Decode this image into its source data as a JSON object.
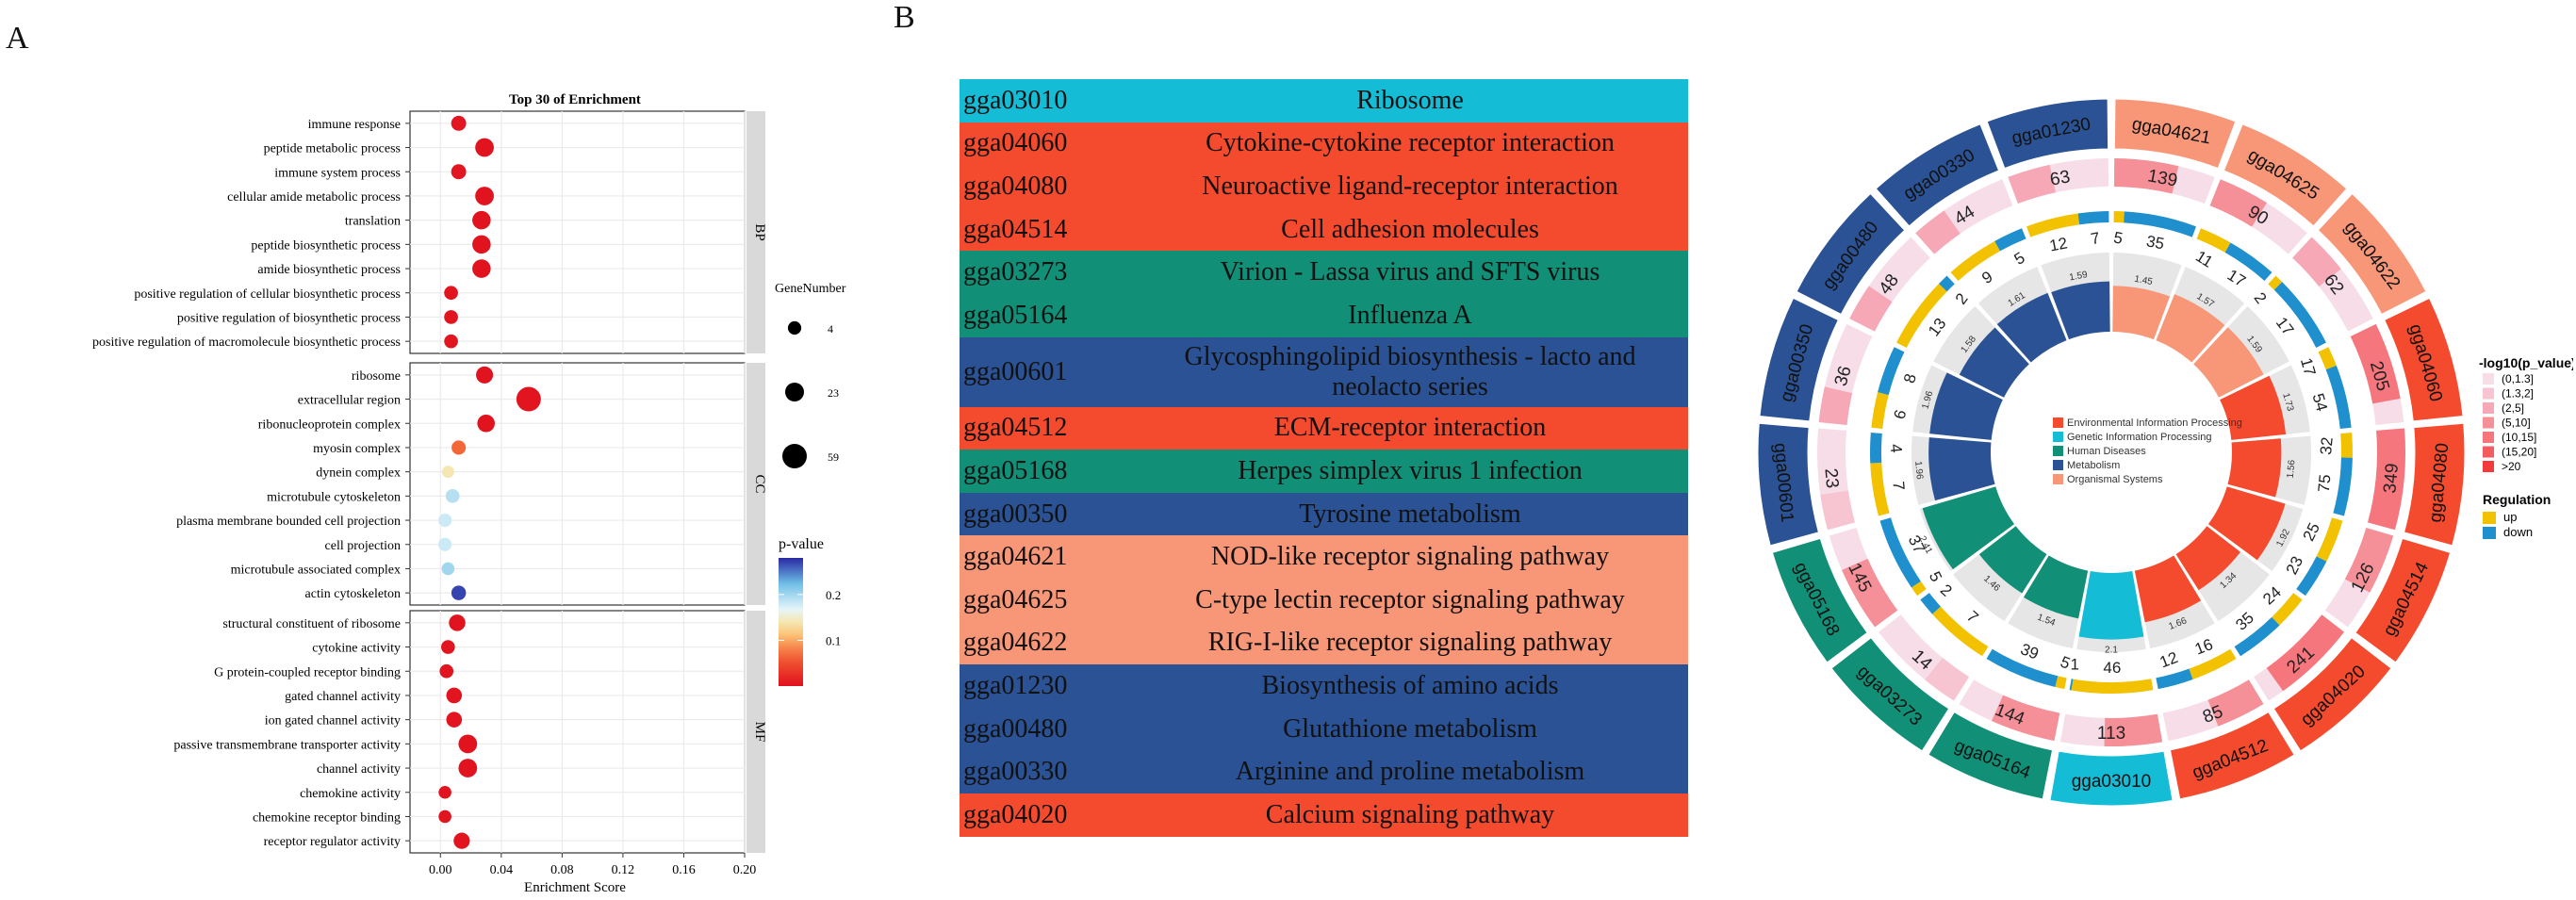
{
  "panels": {
    "a_label": "A",
    "b_label": "B"
  },
  "colors": {
    "grey_strip": "#d9d9d9",
    "panel_grid": "#ebebeb",
    "cat_environmental": "#f44a2e",
    "cat_genetic": "#14bcd6",
    "cat_human": "#118f77",
    "cat_metabolism": "#2a5294",
    "cat_organismal": "#f89678",
    "up": "#f2c200",
    "down": "#1f8fce",
    "pval_high": "#2929a3",
    "pval_low": "#e0101e"
  },
  "chart_data": [
    {
      "type": "scatter",
      "title": "Top 30 of  Enrichment",
      "xlabel": "Enrichment Score",
      "ylabel": "",
      "xlim": [
        -0.02,
        0.2
      ],
      "xticks": [
        "0.00",
        "0.04",
        "0.08",
        "0.12",
        "0.16",
        "0.20"
      ],
      "grid": true,
      "facets": [
        {
          "name": "BP",
          "terms": [
            {
              "term": "immune response",
              "x": 0.012,
              "genes": 8,
              "p": 0.005
            },
            {
              "term": "peptide metabolic process",
              "x": 0.029,
              "genes": 22,
              "p": 0.002
            },
            {
              "term": "immune system process",
              "x": 0.012,
              "genes": 8,
              "p": 0.005
            },
            {
              "term": "cellular amide metabolic process",
              "x": 0.029,
              "genes": 22,
              "p": 0.002
            },
            {
              "term": "translation",
              "x": 0.027,
              "genes": 21,
              "p": 0.002
            },
            {
              "term": "peptide biosynthetic process",
              "x": 0.027,
              "genes": 21,
              "p": 0.002
            },
            {
              "term": "amide biosynthetic process",
              "x": 0.027,
              "genes": 21,
              "p": 0.002
            },
            {
              "term": "positive regulation of cellular biosynthetic process",
              "x": 0.007,
              "genes": 5,
              "p": 0.004
            },
            {
              "term": "positive regulation of biosynthetic process",
              "x": 0.007,
              "genes": 5,
              "p": 0.004
            },
            {
              "term": "positive regulation of macromolecule biosynthetic process",
              "x": 0.007,
              "genes": 5,
              "p": 0.004
            }
          ]
        },
        {
          "name": "CC",
          "terms": [
            {
              "term": "ribosome",
              "x": 0.029,
              "genes": 15,
              "p": 0.002
            },
            {
              "term": "extracellular region",
              "x": 0.058,
              "genes": 59,
              "p": 0.003
            },
            {
              "term": "ribonucleoprotein complex",
              "x": 0.03,
              "genes": 17,
              "p": 0.002
            },
            {
              "term": "myosin complex",
              "x": 0.012,
              "genes": 6,
              "p": 0.07
            },
            {
              "term": "dynein complex",
              "x": 0.005,
              "genes": 2,
              "p": 0.14
            },
            {
              "term": "microtubule cytoskeleton",
              "x": 0.008,
              "genes": 5,
              "p": 0.19
            },
            {
              "term": "plasma membrane bounded cell projection",
              "x": 0.003,
              "genes": 4,
              "p": 0.18
            },
            {
              "term": "cell projection",
              "x": 0.003,
              "genes": 4,
              "p": 0.18
            },
            {
              "term": "microtubule associated complex",
              "x": 0.005,
              "genes": 3,
              "p": 0.2
            },
            {
              "term": "actin cytoskeleton",
              "x": 0.012,
              "genes": 7,
              "p": 0.27
            }
          ]
        },
        {
          "name": "MF",
          "terms": [
            {
              "term": "structural constituent of ribosome",
              "x": 0.011,
              "genes": 13,
              "p": 0.002
            },
            {
              "term": "cytokine activity",
              "x": 0.005,
              "genes": 5,
              "p": 0.004
            },
            {
              "term": "G protein-coupled receptor binding",
              "x": 0.004,
              "genes": 5,
              "p": 0.004
            },
            {
              "term": "gated channel activity",
              "x": 0.009,
              "genes": 10,
              "p": 0.003
            },
            {
              "term": "ion gated channel activity",
              "x": 0.009,
              "genes": 10,
              "p": 0.003
            },
            {
              "term": "passive transmembrane transporter activity",
              "x": 0.018,
              "genes": 22,
              "p": 0.002
            },
            {
              "term": "channel activity",
              "x": 0.018,
              "genes": 22,
              "p": 0.002
            },
            {
              "term": "chemokine activity",
              "x": 0.003,
              "genes": 3,
              "p": 0.004
            },
            {
              "term": "chemokine receptor binding",
              "x": 0.003,
              "genes": 3,
              "p": 0.004
            },
            {
              "term": "receptor regulator activity",
              "x": 0.014,
              "genes": 12,
              "p": 0.003
            }
          ]
        }
      ],
      "size_legend": {
        "title": "GeneNumber",
        "values": [
          4,
          23,
          59
        ],
        "labels": [
          "4",
          "23",
          "59"
        ]
      },
      "color_legend": {
        "title": "p-value",
        "ticks": [
          0.1,
          0.2
        ],
        "tick_labels": [
          "0.1",
          "0.2"
        ],
        "range": [
          0.0,
          0.28
        ]
      }
    },
    {
      "type": "table",
      "rows": [
        {
          "id": "gga03010",
          "term": "Ribosome",
          "category": "cat_genetic"
        },
        {
          "id": "gga04060",
          "term": "Cytokine-cytokine receptor interaction",
          "category": "cat_environmental"
        },
        {
          "id": "gga04080",
          "term": "Neuroactive ligand-receptor interaction",
          "category": "cat_environmental"
        },
        {
          "id": "gga04514",
          "term": "Cell adhesion molecules",
          "category": "cat_environmental"
        },
        {
          "id": "gga03273",
          "term": "Virion - Lassa virus and SFTS virus",
          "category": "cat_human"
        },
        {
          "id": "gga05164",
          "term": "Influenza A",
          "category": "cat_human"
        },
        {
          "id": "gga00601",
          "term": "Glycosphingolipid biosynthesis - lacto and neolacto series",
          "category": "cat_metabolism"
        },
        {
          "id": "gga04512",
          "term": "ECM-receptor interaction",
          "category": "cat_environmental"
        },
        {
          "id": "gga05168",
          "term": "Herpes simplex virus 1 infection",
          "category": "cat_human"
        },
        {
          "id": "gga00350",
          "term": "Tyrosine metabolism",
          "category": "cat_metabolism"
        },
        {
          "id": "gga04621",
          "term": "NOD-like receptor signaling pathway",
          "category": "cat_organismal"
        },
        {
          "id": "gga04625",
          "term": "C-type lectin receptor signaling pathway",
          "category": "cat_organismal"
        },
        {
          "id": "gga04622",
          "term": "RIG-I-like receptor signaling pathway",
          "category": "cat_organismal"
        },
        {
          "id": "gga01230",
          "term": "Biosynthesis of amino acids",
          "category": "cat_metabolism"
        },
        {
          "id": "gga00480",
          "term": "Glutathione metabolism",
          "category": "cat_metabolism"
        },
        {
          "id": "gga00330",
          "term": "Arginine and proline metabolism",
          "category": "cat_metabolism"
        },
        {
          "id": "gga04020",
          "term": "Calcium signaling pathway",
          "category": "cat_environmental"
        }
      ]
    },
    {
      "type": "pie",
      "note_type": "circular enrichment plot",
      "sectors": [
        {
          "id": "gga00330",
          "total": 44,
          "up": 9,
          "down": 5,
          "rich": 1.61,
          "category": "cat_metabolism"
        },
        {
          "id": "gga01230",
          "total": 63,
          "up": 12,
          "down": 7,
          "rich": 1.59,
          "category": "cat_metabolism"
        },
        {
          "id": "gga04621",
          "total": 139,
          "up": 5,
          "down": 35,
          "rich": 1.45,
          "category": "cat_organismal"
        },
        {
          "id": "gga04625",
          "total": 90,
          "up": 11,
          "down": 17,
          "rich": 1.57,
          "category": "cat_organismal"
        },
        {
          "id": "gga04622",
          "total": 62,
          "up": 2,
          "down": 17,
          "rich": 1.59,
          "category": "cat_organismal"
        },
        {
          "id": "gga04060",
          "total": 205,
          "up": 17,
          "down": 54,
          "rich": 1.73,
          "category": "cat_environmental"
        },
        {
          "id": "gga04080",
          "total": 349,
          "up": 32,
          "down": 75,
          "rich": 1.56,
          "category": "cat_environmental"
        },
        {
          "id": "gga04514",
          "total": 126,
          "up": 25,
          "down": 23,
          "rich": 1.92,
          "category": "cat_environmental"
        },
        {
          "id": "gga04020",
          "total": 241,
          "up": 24,
          "down": 35,
          "rich": 1.34,
          "category": "cat_environmental"
        },
        {
          "id": "gga04512",
          "total": 85,
          "up": 16,
          "down": 12,
          "rich": 1.66,
          "category": "cat_environmental"
        },
        {
          "id": "gga03010",
          "total": 113,
          "up": 46,
          "down": 1,
          "rich": 2.1,
          "category": "cat_genetic"
        },
        {
          "id": "gga05164",
          "total": 144,
          "up": 5,
          "down": 39,
          "rich": 1.54,
          "category": "cat_human"
        },
        {
          "id": "gga03273",
          "total": 14,
          "up": 7,
          "down": 2,
          "rich": 1.46,
          "category": "cat_human"
        },
        {
          "id": "gga05168",
          "total": 145,
          "up": 5,
          "down": 37,
          "rich": 2.41,
          "category": "cat_human"
        },
        {
          "id": "gga00601",
          "total": 23,
          "up": 7,
          "down": 4,
          "rich": 1.96,
          "category": "cat_metabolism"
        },
        {
          "id": "gga00350",
          "total": 36,
          "up": 6,
          "down": 8,
          "rich": 1.96,
          "category": "cat_metabolism"
        },
        {
          "id": "gga00480",
          "total": 48,
          "up": 13,
          "down": 2,
          "rich": 1.58,
          "category": "cat_metabolism"
        }
      ],
      "category_legend": [
        {
          "key": "cat_environmental",
          "label": "Environmental Information Processing"
        },
        {
          "key": "cat_genetic",
          "label": "Genetic Information Processing"
        },
        {
          "key": "cat_human",
          "label": "Human Diseases"
        },
        {
          "key": "cat_metabolism",
          "label": "Metabolism"
        },
        {
          "key": "cat_organismal",
          "label": "Organismal Systems"
        }
      ],
      "pvalue_legend": {
        "title": "-log10(p_value)",
        "items": [
          "(0,1.3]",
          "(1.3,2]",
          "(2,5]",
          "(5,10]",
          "(10,15]",
          "(15,20]",
          ">20"
        ],
        "colors": [
          "#f6dde8",
          "#f7c4d2",
          "#f6a8b7",
          "#f58f98",
          "#f5767c",
          "#f45c5f",
          "#f33b3b"
        ]
      },
      "regulation_legend": {
        "title": "Regulation",
        "items": [
          "up",
          "down"
        ]
      }
    }
  ]
}
